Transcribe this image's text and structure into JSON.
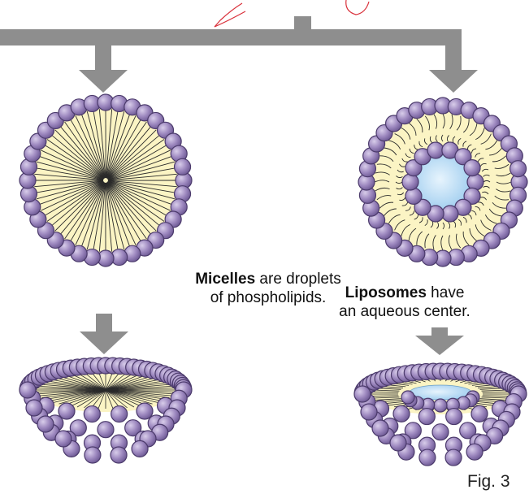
{
  "captions": {
    "micelles_bold": "Micelles",
    "micelles_rest_1": " are droplets",
    "micelles_line_2": "of phospholipids.",
    "liposomes_bold": "Liposomes",
    "liposomes_rest_1": " have",
    "liposomes_line_2": "an aqueous center."
  },
  "figure_label": "Fig. 3",
  "colors": {
    "arrow": "#8e8e8e",
    "head_fill": "#9b86bd",
    "head_stroke": "#4b3a6b",
    "tail_fill": "#fbf4c4",
    "water_fill": "#bfe0f7",
    "annotation": "#d9303a"
  }
}
